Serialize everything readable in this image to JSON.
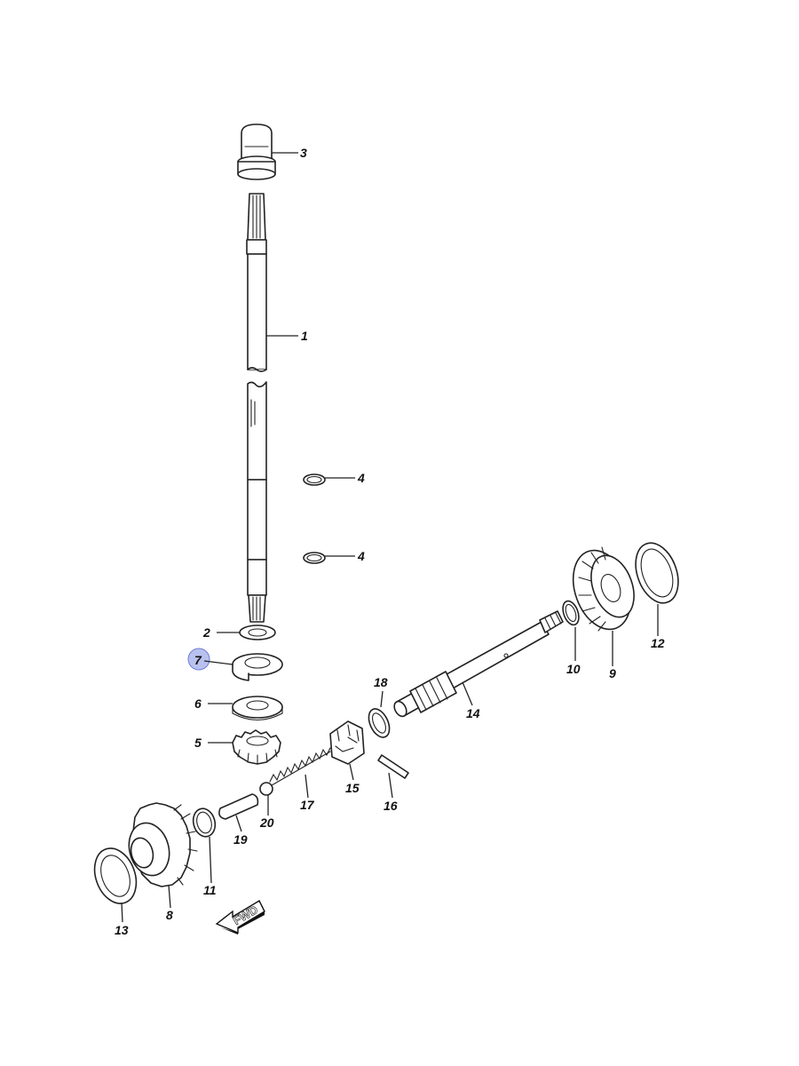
{
  "diagram": {
    "parts": [
      {
        "number": "1",
        "name": "drive-shaft"
      },
      {
        "number": "2",
        "name": "washer"
      },
      {
        "number": "3",
        "name": "shaft-cap"
      },
      {
        "number": "4",
        "name": "clip-ring"
      },
      {
        "number": "5",
        "name": "pinion-gear"
      },
      {
        "number": "6",
        "name": "washer"
      },
      {
        "number": "7",
        "name": "shim"
      },
      {
        "number": "8",
        "name": "forward-gear"
      },
      {
        "number": "9",
        "name": "reverse-gear"
      },
      {
        "number": "10",
        "name": "ring"
      },
      {
        "number": "11",
        "name": "ring"
      },
      {
        "number": "12",
        "name": "shim-washer"
      },
      {
        "number": "13",
        "name": "shim-washer"
      },
      {
        "number": "14",
        "name": "propeller-shaft"
      },
      {
        "number": "15",
        "name": "clutch-dog"
      },
      {
        "number": "16",
        "name": "pin"
      },
      {
        "number": "17",
        "name": "spring"
      },
      {
        "number": "18",
        "name": "ring"
      },
      {
        "number": "19",
        "name": "pin"
      },
      {
        "number": "20",
        "name": "ball"
      }
    ],
    "label_4b": "4",
    "highlighted_part": "7",
    "fwd_arrow_label": "FWD",
    "highlight_color": "#7f8fe0"
  }
}
